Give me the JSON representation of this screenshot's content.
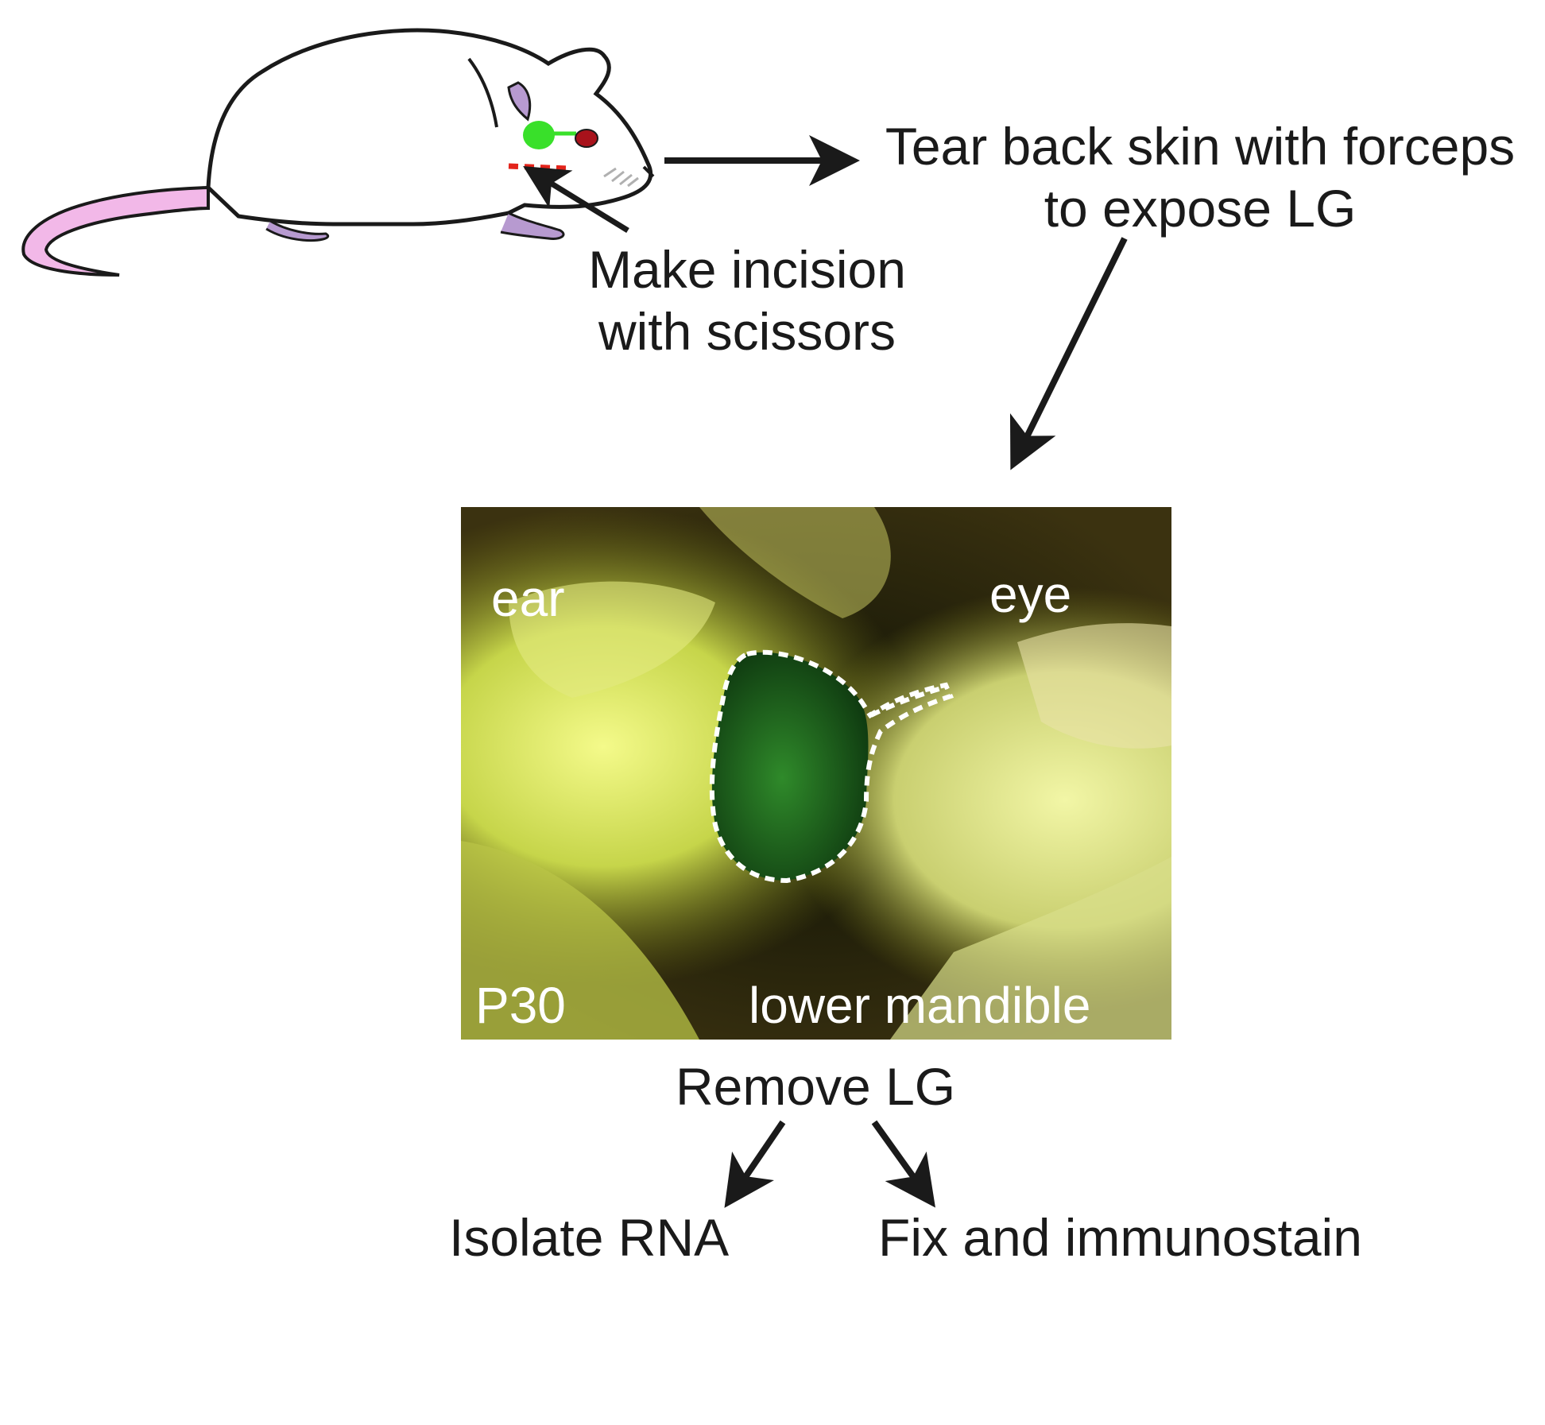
{
  "steps": {
    "tear_skin": [
      "Tear back skin with forceps",
      "to expose LG"
    ],
    "incision": [
      "Make incision",
      "with scissors"
    ],
    "remove": "Remove LG",
    "isolate": "Isolate RNA",
    "fix": "Fix and immunostain"
  },
  "photo": {
    "ear": "ear",
    "eye": "eye",
    "age": "P30",
    "mandible": "lower mandible"
  },
  "colors": {
    "arrow": "#1a1a1a",
    "gland_green": "#39e02a",
    "eye_red": "#a8121b",
    "incision_red": "#e3241b",
    "tail_pink": "#f2b8e8",
    "paw_purple": "#b79ad0",
    "photo_yellow": "#e8f070",
    "photo_dark": "#1d1f08",
    "outline_white": "#ffffff"
  }
}
